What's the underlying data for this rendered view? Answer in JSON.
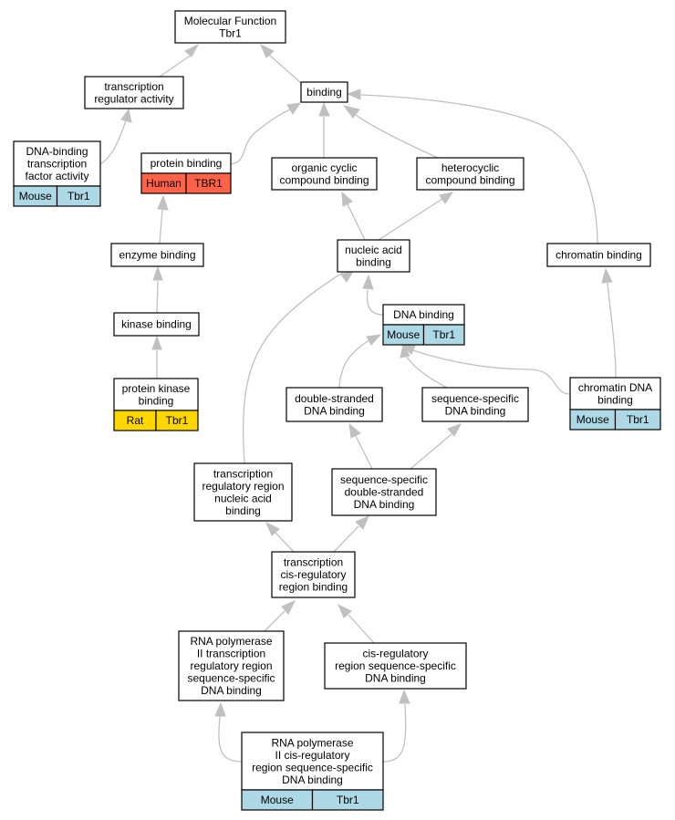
{
  "colors": {
    "edge": "#c0c0c0",
    "node_fill": "#ffffff",
    "node_border": "#000000",
    "species": {
      "Mouse": "#add8e6",
      "Human": "#ff6347",
      "Rat": "#ffd700"
    }
  },
  "nodes": [
    {
      "id": "mf",
      "lines": [
        "Molecular Function",
        "Tbr1"
      ]
    },
    {
      "id": "tra",
      "lines": [
        "transcription",
        "regulator activity"
      ]
    },
    {
      "id": "binding",
      "lines": [
        "binding"
      ]
    },
    {
      "id": "dbtfa",
      "lines": [
        "DNA-binding",
        "transcription",
        "factor activity"
      ],
      "annotation": {
        "species": "Mouse",
        "gene": "Tbr1"
      }
    },
    {
      "id": "pb",
      "lines": [
        "protein binding"
      ],
      "annotation": {
        "species": "Human",
        "gene": "TBR1"
      }
    },
    {
      "id": "occb",
      "lines": [
        "organic cyclic",
        "compound binding"
      ]
    },
    {
      "id": "hcb",
      "lines": [
        "heterocyclic",
        "compound binding"
      ]
    },
    {
      "id": "eb",
      "lines": [
        "enzyme binding"
      ]
    },
    {
      "id": "nab",
      "lines": [
        "nucleic acid",
        "binding"
      ]
    },
    {
      "id": "cb",
      "lines": [
        "chromatin binding"
      ]
    },
    {
      "id": "db",
      "lines": [
        "DNA binding"
      ],
      "annotation": {
        "species": "Mouse",
        "gene": "Tbr1"
      }
    },
    {
      "id": "kb",
      "lines": [
        "kinase binding"
      ]
    },
    {
      "id": "pkb",
      "lines": [
        "protein kinase",
        "binding"
      ],
      "annotation": {
        "species": "Rat",
        "gene": "Tbr1"
      }
    },
    {
      "id": "dsdb",
      "lines": [
        "double-stranded",
        "DNA binding"
      ]
    },
    {
      "id": "ssdb",
      "lines": [
        "sequence-specific",
        "DNA binding"
      ]
    },
    {
      "id": "cdb",
      "lines": [
        "chromatin DNA",
        "binding"
      ],
      "annotation": {
        "species": "Mouse",
        "gene": "Tbr1"
      }
    },
    {
      "id": "trnab",
      "lines": [
        "transcription",
        "regulatory region",
        "nucleic acid",
        "binding"
      ]
    },
    {
      "id": "ssds",
      "lines": [
        "sequence-specific",
        "double-stranded",
        "DNA binding"
      ]
    },
    {
      "id": "tcrrb",
      "lines": [
        "transcription",
        "cis-regulatory",
        "region binding"
      ]
    },
    {
      "id": "rnap2trr",
      "lines": [
        "RNA polymerase",
        "II transcription",
        "regulatory region",
        "sequence-specific",
        "DNA binding"
      ]
    },
    {
      "id": "crrss",
      "lines": [
        "cis-regulatory",
        "region sequence-specific",
        "DNA binding"
      ]
    },
    {
      "id": "rnap2cr",
      "lines": [
        "RNA polymerase",
        "II cis-regulatory",
        "region sequence-specific",
        "DNA binding"
      ],
      "annotation": {
        "species": "Mouse",
        "gene": "Tbr1"
      }
    }
  ],
  "edges": [
    [
      "tra",
      "mf"
    ],
    [
      "binding",
      "mf"
    ],
    [
      "dbtfa",
      "tra"
    ],
    [
      "pb",
      "binding"
    ],
    [
      "occb",
      "binding"
    ],
    [
      "hcb",
      "binding"
    ],
    [
      "cb",
      "binding"
    ],
    [
      "eb",
      "pb"
    ],
    [
      "nab",
      "occb"
    ],
    [
      "nab",
      "hcb"
    ],
    [
      "db",
      "nab"
    ],
    [
      "trnab",
      "nab"
    ],
    [
      "cdb",
      "cb"
    ],
    [
      "kb",
      "eb"
    ],
    [
      "pkb",
      "kb"
    ],
    [
      "dsdb",
      "db"
    ],
    [
      "ssdb",
      "db"
    ],
    [
      "cdb",
      "db"
    ],
    [
      "ssds",
      "dsdb"
    ],
    [
      "ssds",
      "ssdb"
    ],
    [
      "tcrrb",
      "trnab"
    ],
    [
      "tcrrb",
      "ssds"
    ],
    [
      "rnap2trr",
      "tcrrb"
    ],
    [
      "crrss",
      "tcrrb"
    ],
    [
      "rnap2cr",
      "rnap2trr"
    ],
    [
      "rnap2cr",
      "crrss"
    ]
  ]
}
